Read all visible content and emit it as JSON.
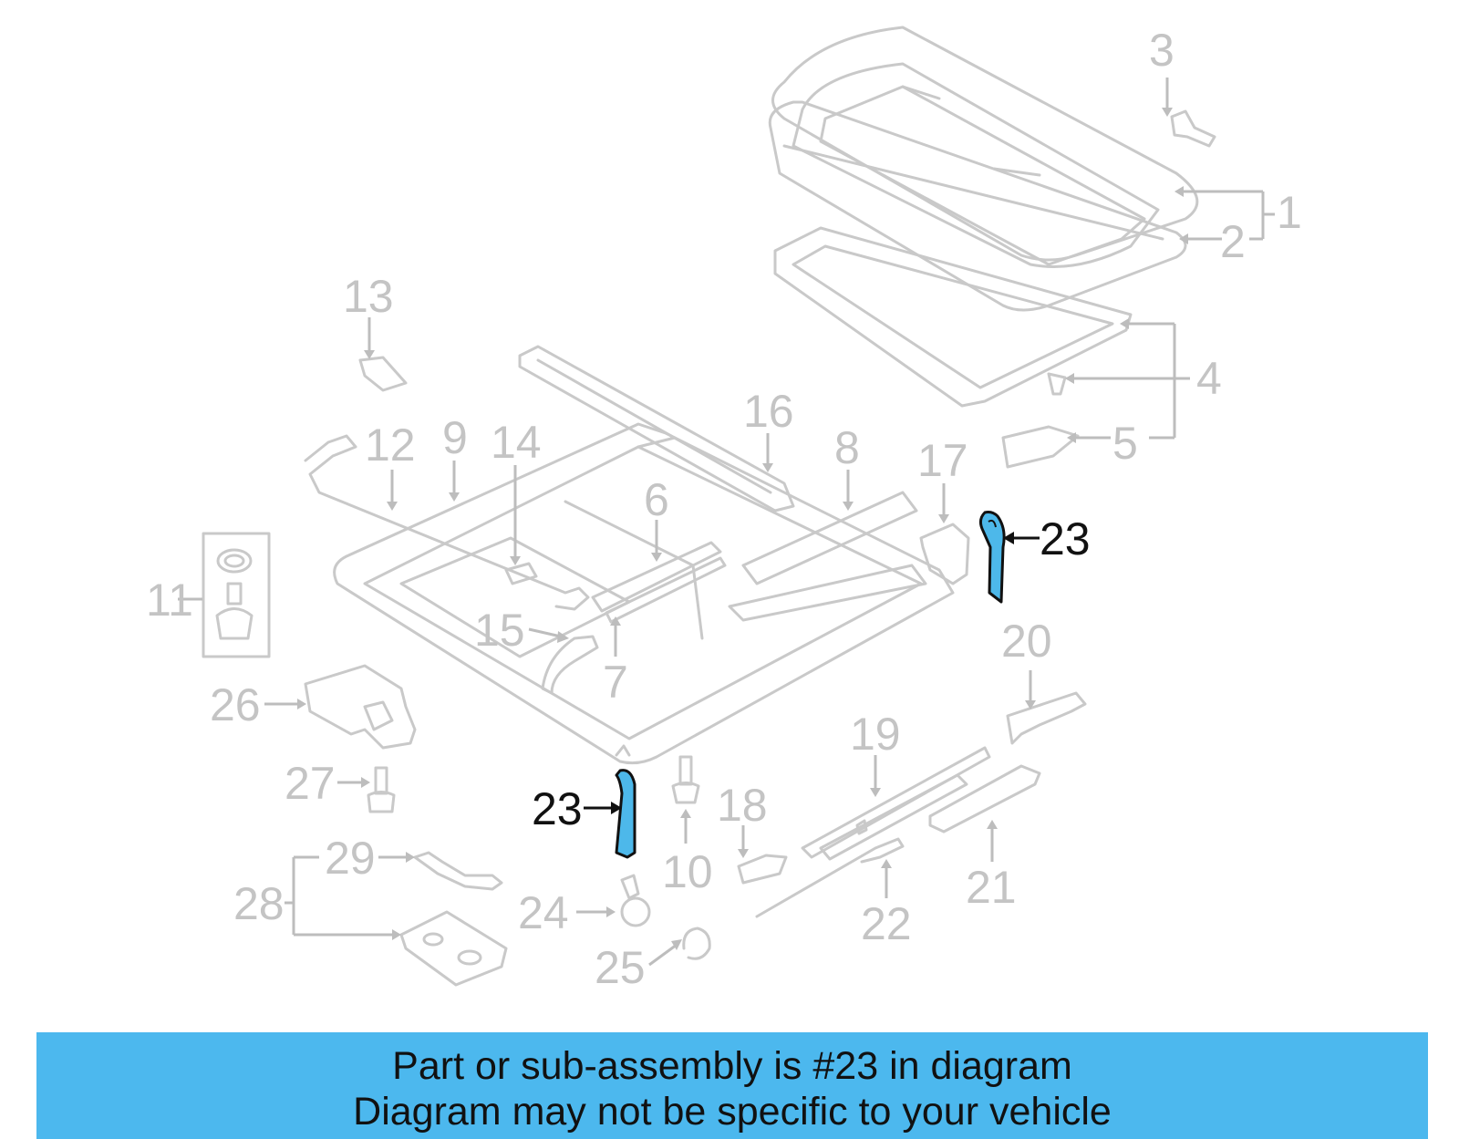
{
  "banner": {
    "line1": "Part or sub-assembly is #23 in diagram",
    "line2": "Diagram may not be specific to your vehicle",
    "color": "#4cb8ee"
  },
  "highlight": {
    "part_number": "23",
    "color": "#4db8ea"
  },
  "callouts": {
    "n1": "1",
    "n2": "2",
    "n3": "3",
    "n4": "4",
    "n5": "5",
    "n6": "6",
    "n7": "7",
    "n8": "8",
    "n9": "9",
    "n10": "10",
    "n11": "11",
    "n12": "12",
    "n13": "13",
    "n14": "14",
    "n15": "15",
    "n16": "16",
    "n17": "17",
    "n18": "18",
    "n19": "19",
    "n20": "20",
    "n21": "21",
    "n22": "22",
    "n23a": "23",
    "n23b": "23",
    "n24": "24",
    "n25": "25",
    "n26": "26",
    "n27": "27",
    "n28": "28",
    "n29": "29"
  }
}
